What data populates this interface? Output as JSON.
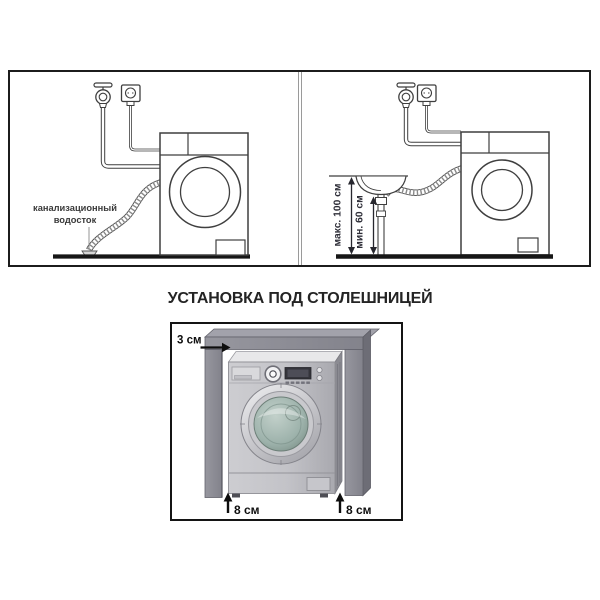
{
  "section_title": "УСТАНОВКА ПОД СТОЛЕШНИЦЕЙ",
  "top_diagrams": {
    "left_panel": {
      "drain_label_line1": "канализационный",
      "drain_label_line2": "водосток",
      "tap_icon": "water-tap",
      "outlet_icon": "power-outlet"
    },
    "right_panel": {
      "max_height_label": "макс. 100 см",
      "min_height_label": "мин. 60 см",
      "tap_icon": "water-tap",
      "outlet_icon": "power-outlet"
    }
  },
  "under_counter_panel": {
    "top_gap_label": "3 см",
    "left_gap_label": "8 см",
    "right_gap_label": "8 см"
  },
  "colors": {
    "line_art": "#3f3f3f",
    "floor": "#161616",
    "panel_border": "#1c1c1c",
    "dimension_text": "#2e2e38",
    "cabinet_grey": "#8f8f97",
    "machine_silver": "#c6c6ca",
    "door_glass": "#9db2ab",
    "label_black": "#0e0e0e"
  }
}
